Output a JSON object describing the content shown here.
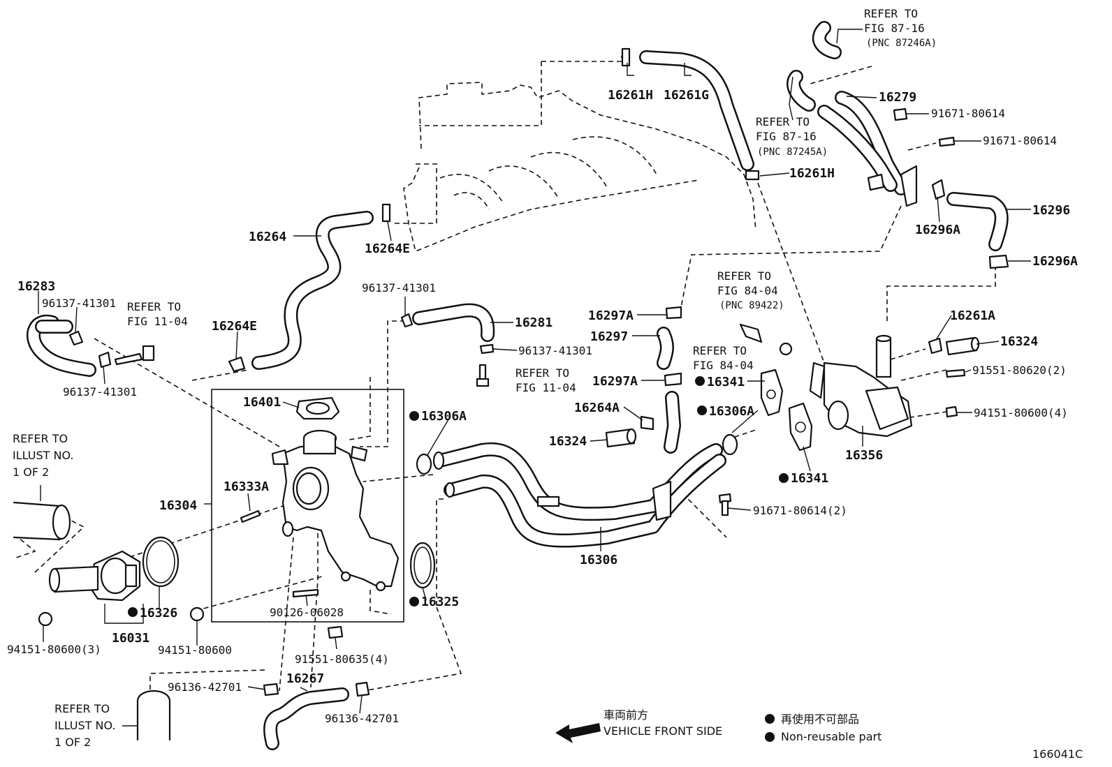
{
  "diagram": {
    "figure_code": "166041C",
    "legend": {
      "direction_jp": "車両前方",
      "direction_en": "VEHICLE FRONT SIDE",
      "nonreusable_jp": "再使用不可部品",
      "nonreusable_en": "Non-reusable part"
    },
    "refer": {
      "fig_87_16_a": [
        "REFER TO",
        "FIG 87-16",
        "(PNC 87246A)"
      ],
      "fig_87_16_b": [
        "REFER TO",
        "FIG 87-16",
        "(PNC 87245A)"
      ],
      "fig_84_04_a": [
        "REFER TO",
        "FIG 84-04",
        "(PNC 89422)"
      ],
      "fig_84_04_b": [
        "REFER TO",
        "FIG 84-04"
      ],
      "fig_11_04_a": [
        "REFER TO",
        "FIG 11-04"
      ],
      "fig_11_04_b": [
        "REFER TO",
        "FIG 11-04"
      ],
      "illust_a": [
        "REFER TO",
        "ILLUST NO.",
        "1 OF 2"
      ],
      "illust_b": [
        "REFER TO",
        "ILLUST NO.",
        "1 OF 2"
      ]
    },
    "labels": {
      "p16261H_top": "16261H",
      "p16261G": "16261G",
      "p16261H_mid": "16261H",
      "p16279": "16279",
      "b91671_1": "91671-80614",
      "b91671_2": "91671-80614",
      "p16296": "16296",
      "p16296A_1": "16296A",
      "p16296A_2": "16296A",
      "p16264": "16264",
      "p16264E_1": "16264E",
      "p16264E_2": "16264E",
      "p16283": "16283",
      "c96137_1": "96137-41301",
      "c96137_2": "96137-41301",
      "c96137_3": "96137-41301",
      "c96137_4": "96137-41301",
      "p16281": "16281",
      "p16297A_1": "16297A",
      "p16297": "16297",
      "p16297A_2": "16297A",
      "p16341_1": "16341",
      "p16341_2": "16341",
      "p16306A_1": "16306A",
      "p16306A_2": "16306A",
      "p16264A": "16264A",
      "p16324_1": "16324",
      "p16324_2": "16324",
      "p16261A": "16261A",
      "b91551_2": "91551-80620(2)",
      "n94151_4": "94151-80600(4)",
      "p16356": "16356",
      "b91671_3": "91671-80614(2)",
      "p16401": "16401",
      "p16304": "16304",
      "p16333A": "16333A",
      "p16326": "16326",
      "p16031": "16031",
      "n94151_3": "94151-80600(3)",
      "n94151_1": "94151-80600",
      "s90126": "90126-06028",
      "b91551_4": "91551-80635(4)",
      "p16306": "16306",
      "p16325": "16325",
      "p16267": "16267",
      "c96136_1": "96136-42701",
      "c96136_2": "96136-42701"
    }
  }
}
